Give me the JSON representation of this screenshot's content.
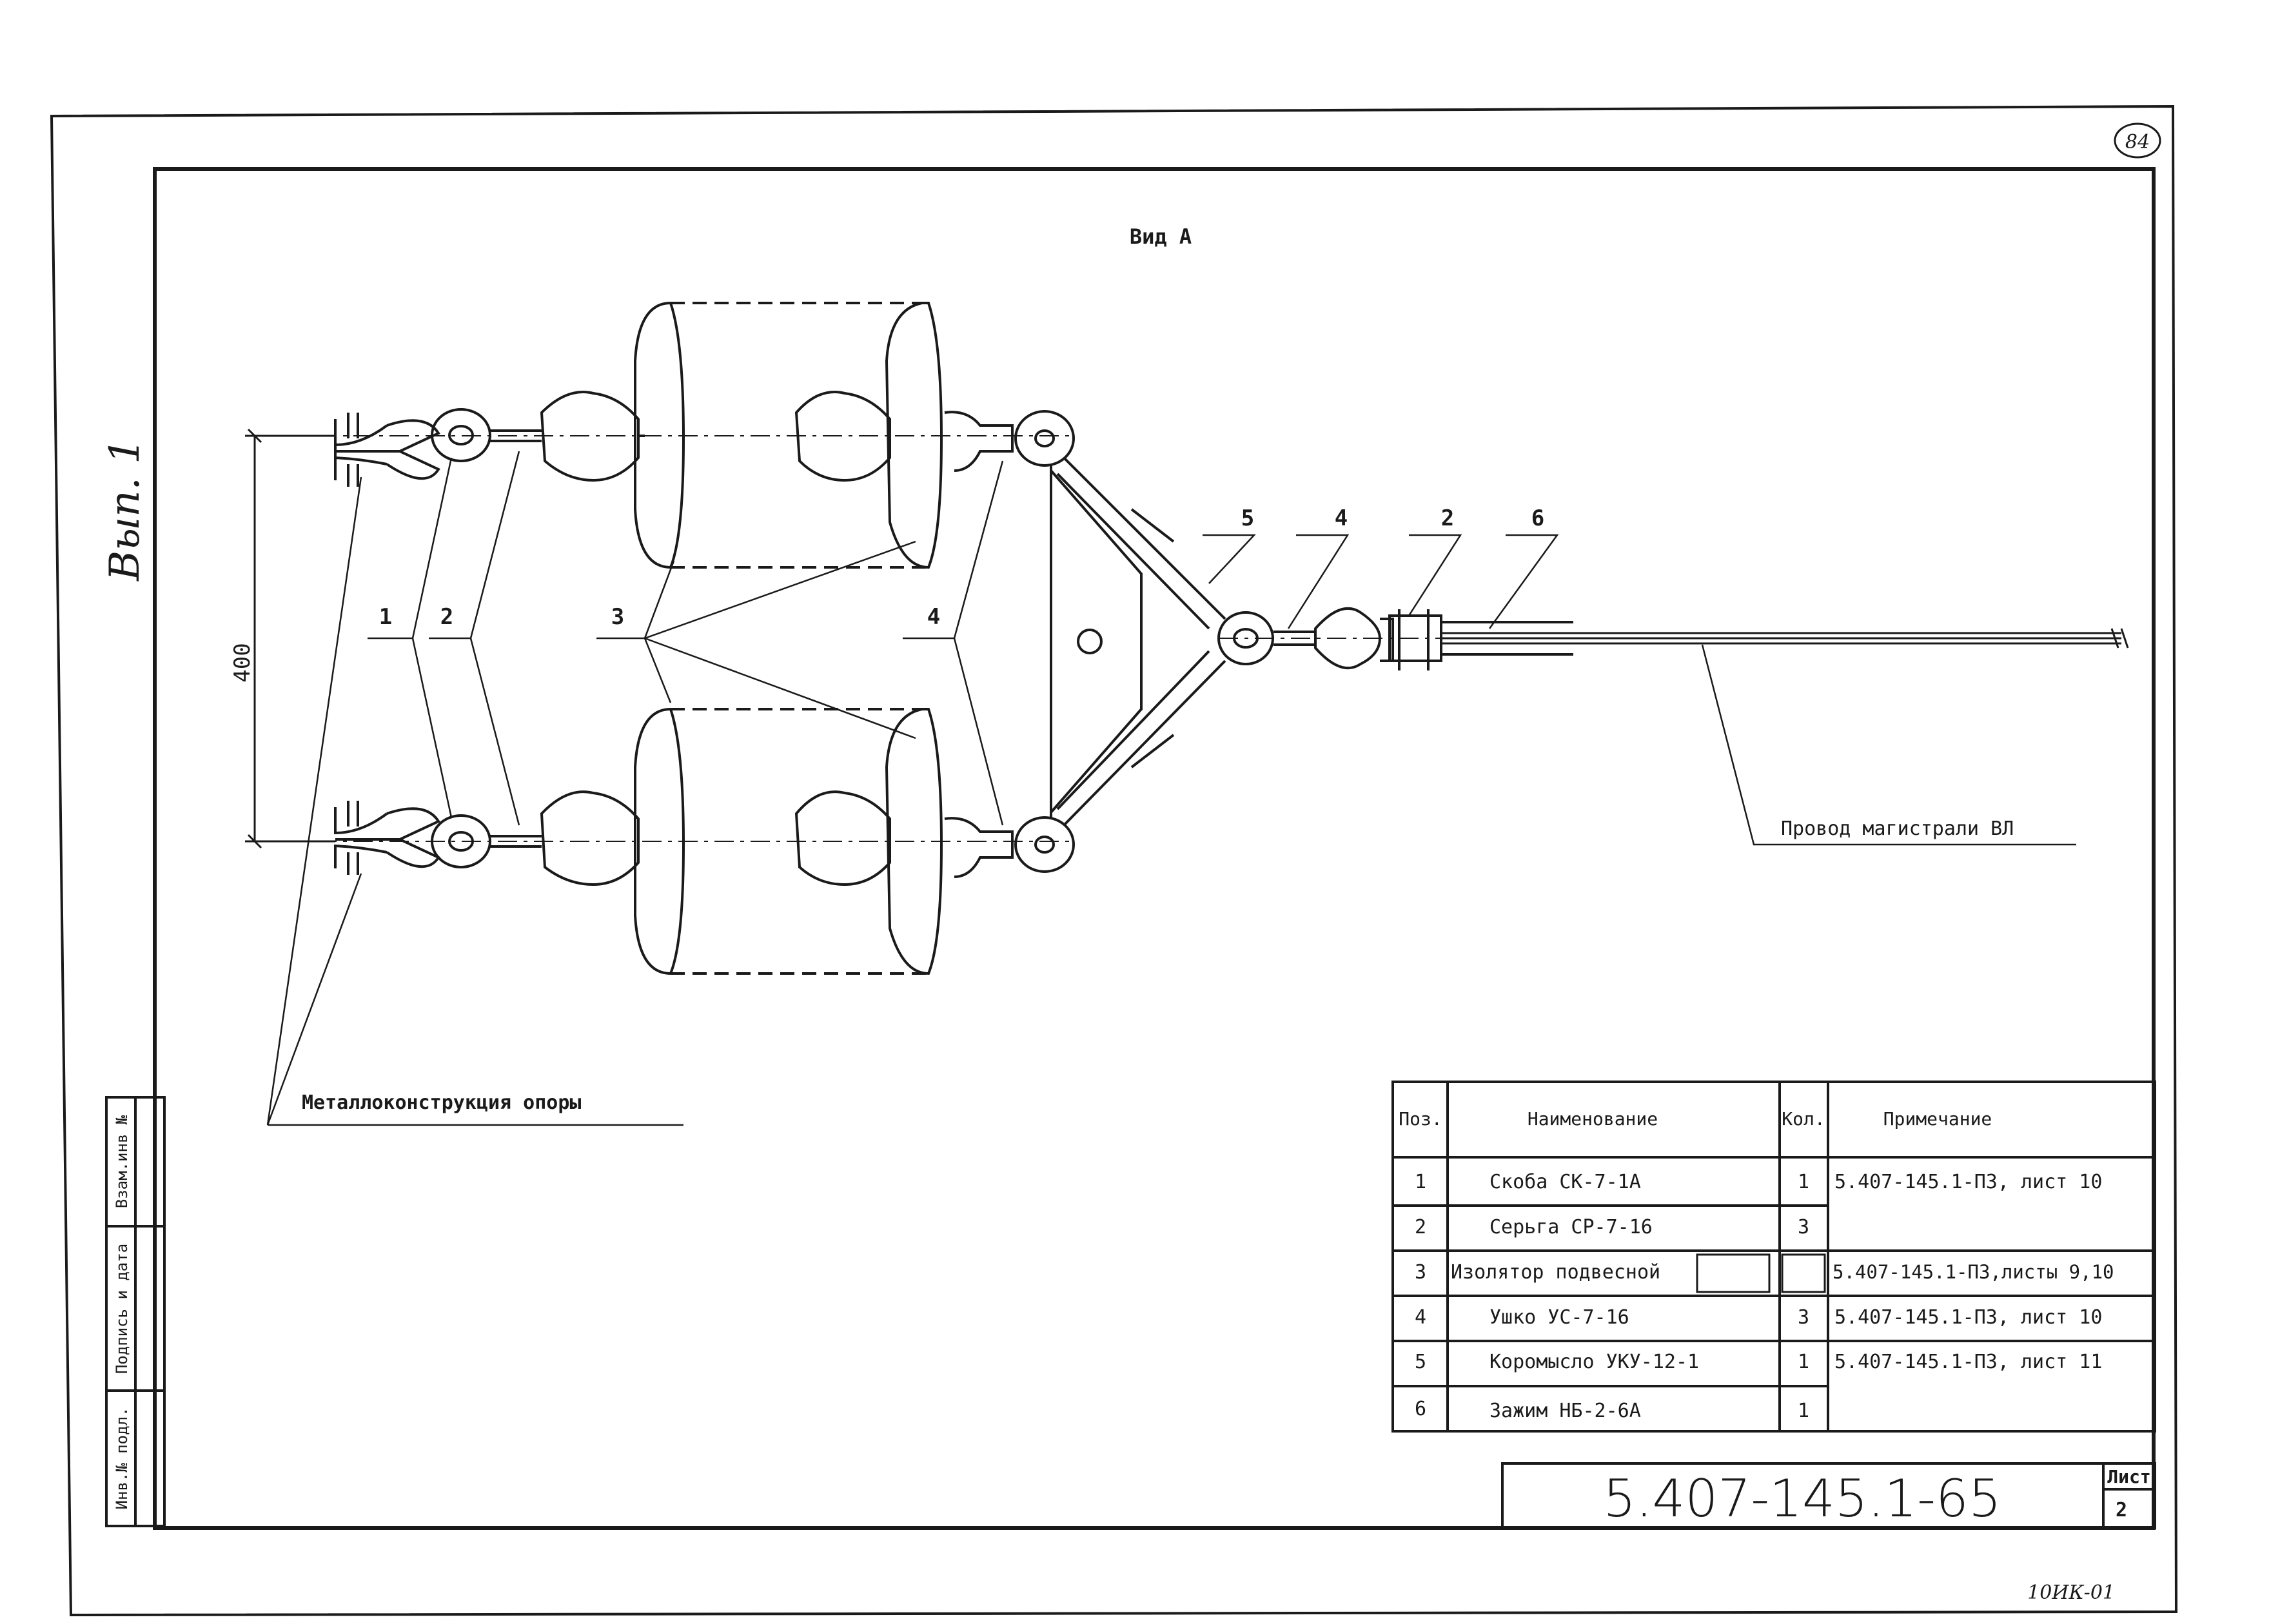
{
  "sheet": {
    "corner_mark": "84",
    "side_note": "Вып. 1",
    "bottom_note": "10ИК-01"
  },
  "view": {
    "title": "Вид А",
    "dimension": "400",
    "labels_left": [
      "1",
      "2",
      "3",
      "4"
    ],
    "labels_right": [
      "5",
      "4",
      "2",
      "6"
    ],
    "wire_label": "Провод магистрали ВЛ",
    "support_label": "Металлоконструкция опоры"
  },
  "side_stamp": [
    "Взам.инв №",
    "Подпись и дата",
    "Инв.№ подл."
  ],
  "spec_table": {
    "headers": [
      "Поз.",
      "Наименование",
      "Кол.",
      "Примечание"
    ],
    "rows": [
      {
        "pos": "1",
        "name": "Скоба СК-7-1А",
        "qty": "1",
        "note": "5.407-145.1-ПЗ, лист 10"
      },
      {
        "pos": "2",
        "name": "Серьга СР-7-16",
        "qty": "3",
        "note": ""
      },
      {
        "pos": "3",
        "name": "Изолятор подвесной",
        "qty": "",
        "note": "5.407-145.1-ПЗ,листы 9,10"
      },
      {
        "pos": "4",
        "name": "Ушко УС-7-16",
        "qty": "3",
        "note": "5.407-145.1-ПЗ, лист 10"
      },
      {
        "pos": "5",
        "name": "Коромысло УКУ-12-1",
        "qty": "1",
        "note": "5.407-145.1-ПЗ, лист 11"
      },
      {
        "pos": "6",
        "name": "Зажим НБ-2-6А",
        "qty": "1",
        "note": ""
      }
    ]
  },
  "title_block": {
    "code": "5.407-145.1-65",
    "sheet_label": "Лист",
    "sheet_no": "2"
  }
}
